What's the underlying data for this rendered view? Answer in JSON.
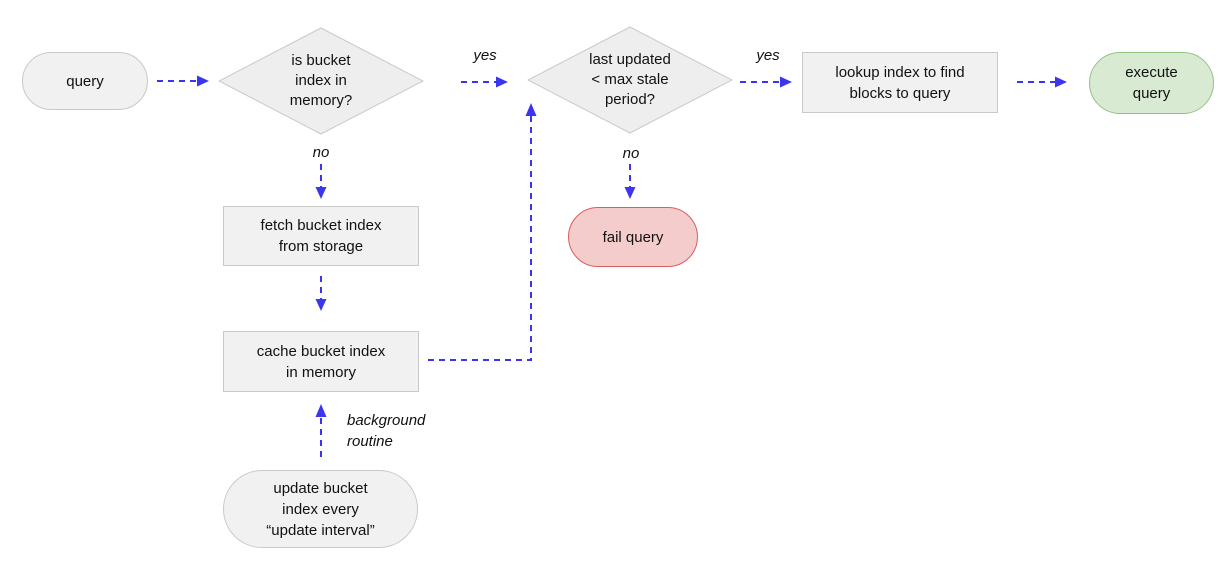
{
  "colors": {
    "arrow": "#3b36ee",
    "shape_fill": "#f1f1f1",
    "shape_border": "#c9c9c9",
    "diamond_fill": "#eeeeee",
    "success_fill": "#d9ead3",
    "success_border": "#93c47d",
    "fail_fill": "#f4cccc",
    "fail_border": "#db5e5e",
    "text": "#111111"
  },
  "nodes": {
    "query": {
      "type": "terminator-pill",
      "lines": [
        "query"
      ]
    },
    "memcheck": {
      "type": "decision-diamond",
      "lines": [
        "is bucket",
        "index in",
        "memory?"
      ]
    },
    "stalecheck": {
      "type": "decision-diamond",
      "lines": [
        "last updated",
        "< max stale",
        "period?"
      ]
    },
    "lookup": {
      "type": "process-box",
      "lines": [
        "lookup index to find",
        "blocks to query"
      ]
    },
    "execute": {
      "type": "terminator-pill-success",
      "lines": [
        "execute",
        "query"
      ]
    },
    "fetch": {
      "type": "process-box",
      "lines": [
        "fetch bucket index",
        "from storage"
      ]
    },
    "cache": {
      "type": "process-box",
      "lines": [
        "cache bucket index",
        "in memory"
      ]
    },
    "fail": {
      "type": "terminator-pill-fail",
      "lines": [
        "fail query"
      ]
    },
    "update": {
      "type": "terminator-pill",
      "lines": [
        "update bucket",
        "index every",
        "“update interval”"
      ]
    }
  },
  "edge_labels": {
    "memcheck_yes": "yes",
    "memcheck_no": "no",
    "stalecheck_yes": "yes",
    "stalecheck_no": "no",
    "background_routine": [
      "background",
      "routine"
    ]
  }
}
